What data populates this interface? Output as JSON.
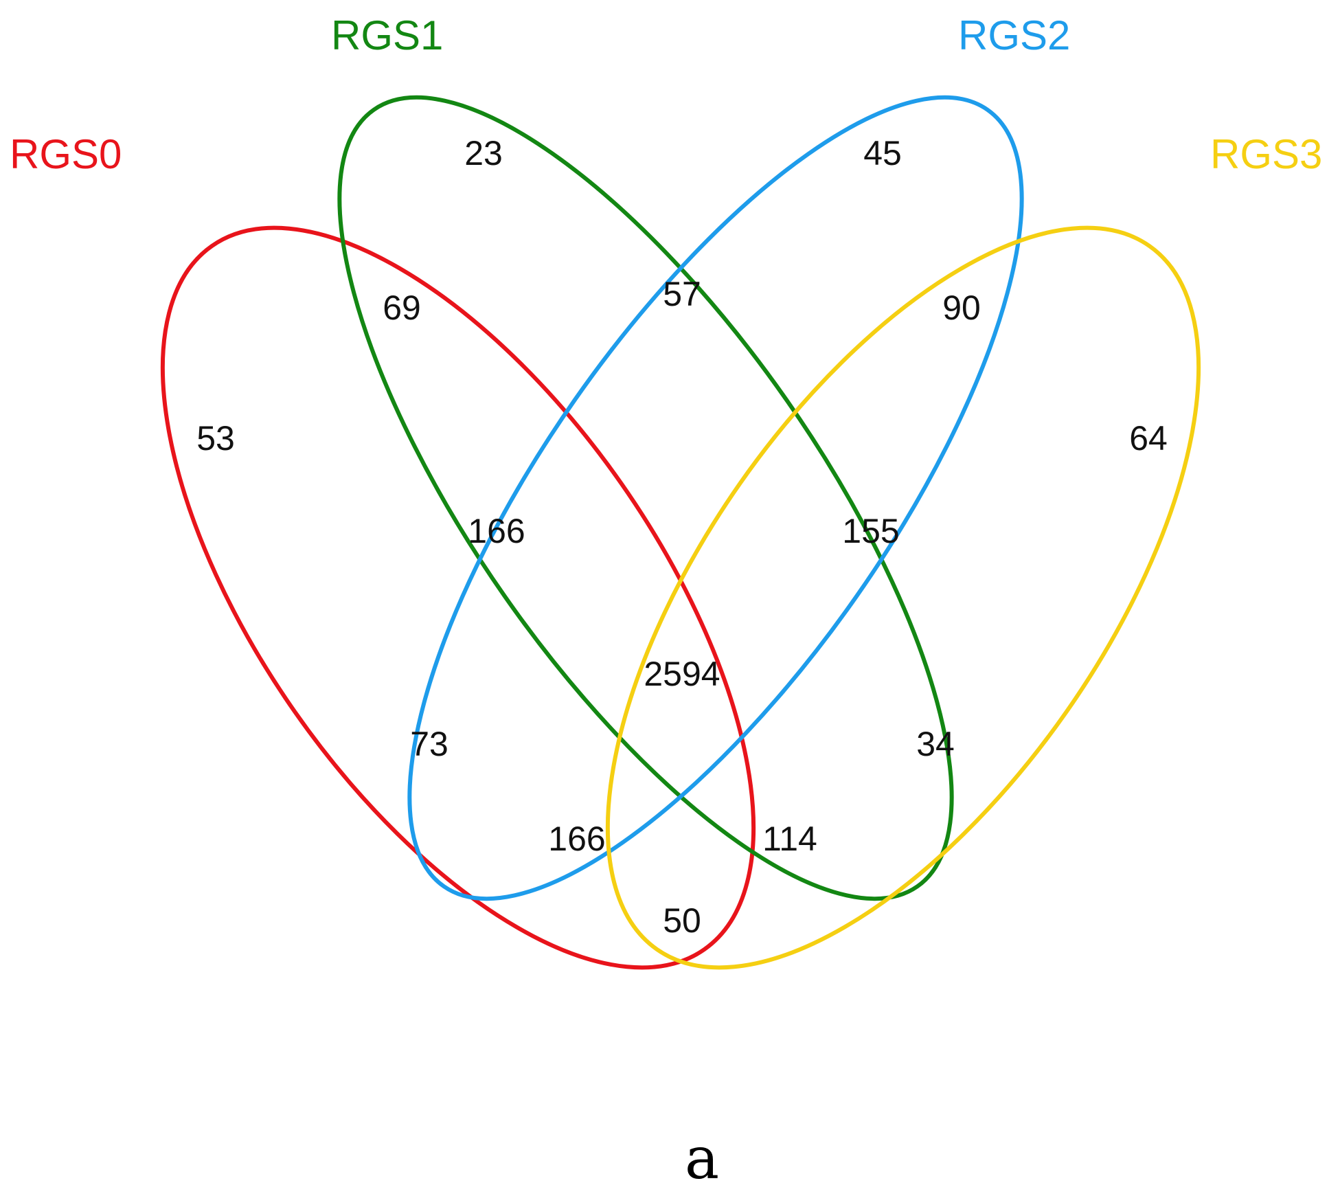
{
  "sets": [
    {
      "label": "RGS0",
      "color": "#e8141b"
    },
    {
      "label": "RGS1",
      "color": "#138713"
    },
    {
      "label": "RGS2",
      "color": "#1e9ceb"
    },
    {
      "label": "RGS3",
      "color": "#f5cf12"
    }
  ],
  "regions": [
    {
      "sets": [
        "RGS0"
      ],
      "count": "53"
    },
    {
      "sets": [
        "RGS1"
      ],
      "count": "23"
    },
    {
      "sets": [
        "RGS2"
      ],
      "count": "45"
    },
    {
      "sets": [
        "RGS3"
      ],
      "count": "64"
    },
    {
      "sets": [
        "RGS0",
        "RGS1"
      ],
      "count": "69"
    },
    {
      "sets": [
        "RGS1",
        "RGS2"
      ],
      "count": "57"
    },
    {
      "sets": [
        "RGS2",
        "RGS3"
      ],
      "count": "90"
    },
    {
      "sets": [
        "RGS0",
        "RGS1",
        "RGS2"
      ],
      "count": "166"
    },
    {
      "sets": [
        "RGS1",
        "RGS2",
        "RGS3"
      ],
      "count": "155"
    },
    {
      "sets": [
        "RGS0",
        "RGS1",
        "RGS2",
        "RGS3"
      ],
      "count": "2594"
    },
    {
      "sets": [
        "RGS0",
        "RGS2"
      ],
      "count": "73"
    },
    {
      "sets": [
        "RGS1",
        "RGS3"
      ],
      "count": "34"
    },
    {
      "sets": [
        "RGS0",
        "RGS2",
        "RGS3"
      ],
      "count": "166"
    },
    {
      "sets": [
        "RGS0",
        "RGS1",
        "RGS3"
      ],
      "count": "114"
    },
    {
      "sets": [
        "RGS0",
        "RGS3"
      ],
      "count": "50"
    }
  ],
  "panel_label": "a"
}
